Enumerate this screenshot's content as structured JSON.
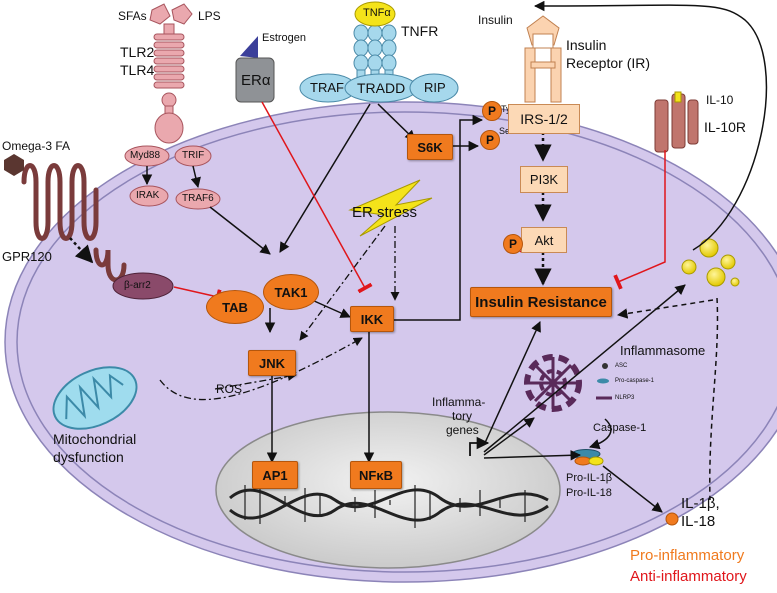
{
  "colors": {
    "cell_fill": "#d4c8ec",
    "nucleus_fill": "#dcdcdc",
    "pro_inflammatory": "#f07a1e",
    "anti_inflammatory": "#e0161b",
    "receptor_pink": "#eaa8ae",
    "tnfr_blue": "#a6d8ec",
    "insulin_receptor": "#fbd3b0"
  },
  "ligands": {
    "sfas": "SFAs",
    "lps": "LPS",
    "estrogen": "Estrogen",
    "tnfa": "TNFα",
    "insulin": "Insulin",
    "il10": "IL-10",
    "omega3": "Omega-3 FA"
  },
  "receptors": {
    "tlr": "TLR2\nTLR4",
    "tlr2": "TLR2",
    "tlr4": "TLR4",
    "era": "ERα",
    "tnfr": "TNFR",
    "insulin_receptor_1": "Insulin",
    "insulin_receptor_2": "Receptor (IR)",
    "il10r": "IL-10R",
    "gpr120": "GPR120"
  },
  "adaptors": {
    "myd88": "Myd88",
    "trif": "TRIF",
    "irak": "IRAK",
    "traf6": "TRAF6",
    "traf": "TRAF",
    "tradd": "TRADD",
    "rip": "RIP",
    "barr2": "β-arr2",
    "tab": "TAB",
    "tak1": "TAK1"
  },
  "kinases": {
    "s6k": "S6K",
    "irs": "IRS-1/2",
    "pi3k": "PI3K",
    "akt": "Akt",
    "ikk": "IKK",
    "jnk": "JNK",
    "p": "P",
    "tyr": "Tyr",
    "ser": "Ser"
  },
  "nucleus": {
    "ap1": "AP1",
    "nfkb": "NFκB",
    "genes_1": "Inflamma-",
    "genes_2": "tory",
    "genes_3": "genes"
  },
  "labels": {
    "er_stress": "ER stress",
    "ros": "ROS",
    "mito_1": "Mitochondrial",
    "mito_2": "dysfunction",
    "insulin_resistance": "Insulin Resistance",
    "inflammasome": "Inflammasome",
    "asc": "ASC",
    "pro_caspase": "Pro-caspase-1",
    "nlrp3": "NLRP3",
    "caspase1": "Caspase-1",
    "pro_il1b": "Pro-IL-1β",
    "pro_il18": "Pro-IL-18",
    "il1b": "IL-1β,",
    "il18": "IL-18"
  },
  "legend": {
    "pro": "Pro-inflammatory",
    "anti": "Anti-inflammatory"
  }
}
